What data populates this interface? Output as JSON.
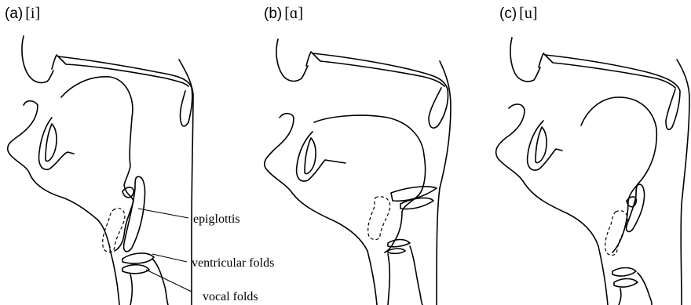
{
  "panels": [
    {
      "letter": "(a)",
      "ipa": "[i]"
    },
    {
      "letter": "(b)",
      "ipa": "[ɑ]"
    },
    {
      "letter": "(c)",
      "ipa": "[u]"
    }
  ],
  "annotations": {
    "epiglottis": "epiglottis",
    "ventricular_folds": "ventricular folds",
    "vocal_folds": "vocal folds"
  }
}
